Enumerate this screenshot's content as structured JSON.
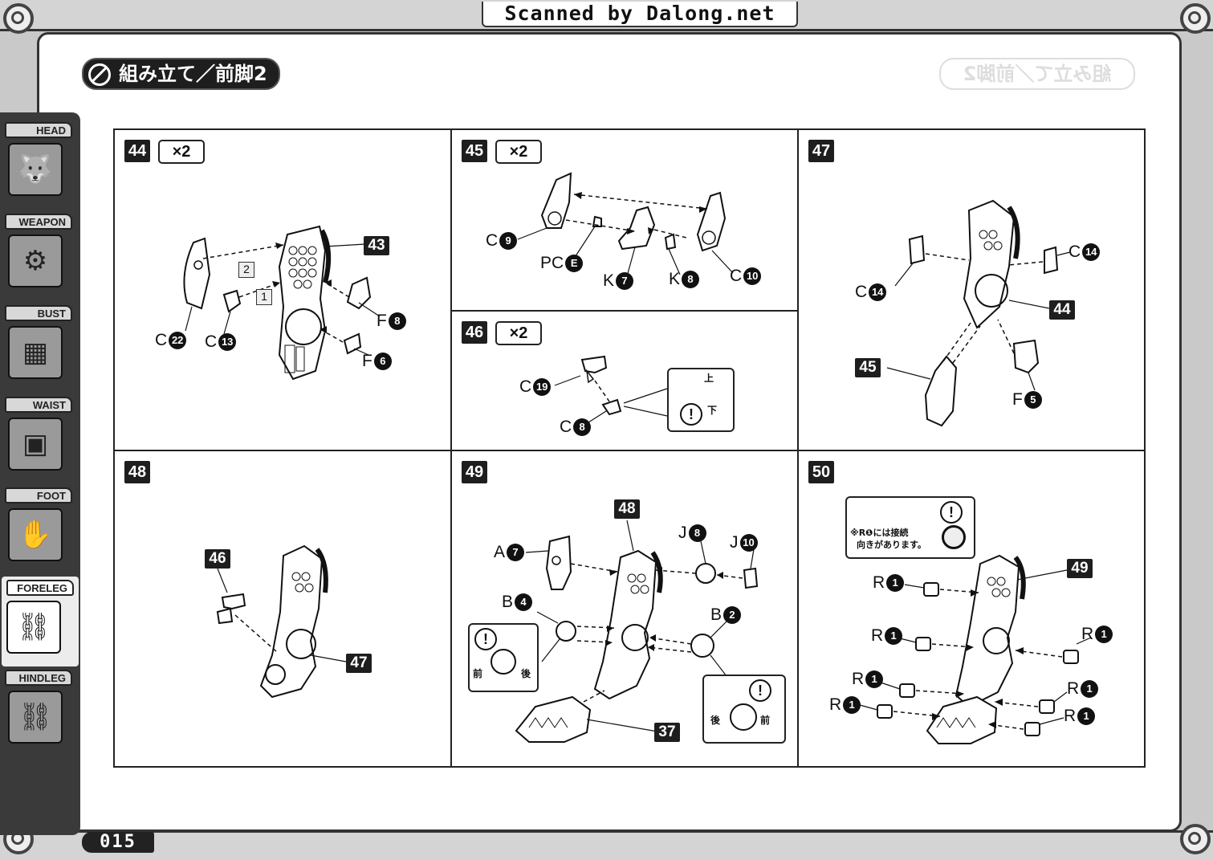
{
  "header": {
    "scan_credit": "Scanned by Dalong.net",
    "section_title": "組み立て／前脚2"
  },
  "sidebar": {
    "items": [
      {
        "label": "HEAD",
        "icon": "head-icon",
        "glyph": "🐺"
      },
      {
        "label": "WEAPON",
        "icon": "weapon-icon",
        "glyph": "⚙"
      },
      {
        "label": "BUST",
        "icon": "bust-icon",
        "glyph": "▦"
      },
      {
        "label": "WAIST",
        "icon": "waist-icon",
        "glyph": "▣"
      },
      {
        "label": "FOOT",
        "icon": "foot-icon",
        "glyph": "✋"
      },
      {
        "label": "FORELEG",
        "icon": "foreleg-icon",
        "glyph": "⛓",
        "active": true
      },
      {
        "label": "HINDLEG",
        "icon": "hindleg-icon",
        "glyph": "⛓"
      }
    ]
  },
  "steps": {
    "s44": {
      "number": "44",
      "quantity": "×2",
      "ref": "43",
      "order": [
        "2",
        "1"
      ],
      "parts": [
        {
          "letter": "C",
          "num": "22"
        },
        {
          "letter": "C",
          "num": "13"
        },
        {
          "letter": "F",
          "num": "8"
        },
        {
          "letter": "F",
          "num": "6"
        }
      ]
    },
    "s45": {
      "number": "45",
      "quantity": "×2",
      "parts": [
        {
          "letter": "C",
          "num": "9"
        },
        {
          "letter": "PC",
          "num": "E"
        },
        {
          "letter": "K",
          "num": "7"
        },
        {
          "letter": "K",
          "num": "8"
        },
        {
          "letter": "C",
          "num": "10"
        }
      ]
    },
    "s46": {
      "number": "46",
      "quantity": "×2",
      "parts": [
        {
          "letter": "C",
          "num": "19"
        },
        {
          "letter": "C",
          "num": "8"
        }
      ],
      "note": {
        "caution": "!",
        "up": "上",
        "down": "下"
      }
    },
    "s47": {
      "number": "47",
      "refs": [
        "44",
        "45"
      ],
      "parts": [
        {
          "letter": "C",
          "num": "14"
        },
        {
          "letter": "C",
          "num": "14"
        },
        {
          "letter": "F",
          "num": "5"
        }
      ]
    },
    "s48": {
      "number": "48",
      "refs": [
        "46",
        "47"
      ]
    },
    "s49": {
      "number": "49",
      "refs": [
        "48",
        "37"
      ],
      "parts": [
        {
          "letter": "A",
          "num": "7"
        },
        {
          "letter": "J",
          "num": "8"
        },
        {
          "letter": "J",
          "num": "10"
        },
        {
          "letter": "B",
          "num": "4"
        },
        {
          "letter": "B",
          "num": "2"
        }
      ],
      "note_left": {
        "caution": "!",
        "front": "前",
        "back": "後"
      },
      "note_right": {
        "caution": "!",
        "back": "後",
        "front": "前"
      }
    },
    "s50": {
      "number": "50",
      "ref": "49",
      "parts": [
        {
          "letter": "R",
          "num": "1"
        }
      ],
      "note": {
        "caution": "!",
        "line1": "※R❶には接続",
        "line2": "向きがあります。"
      }
    }
  },
  "footer": {
    "page_number": "015"
  },
  "colors": {
    "frame": "#333333",
    "badge": "#1e1e1e",
    "sidebar": "#3a3a3a"
  }
}
